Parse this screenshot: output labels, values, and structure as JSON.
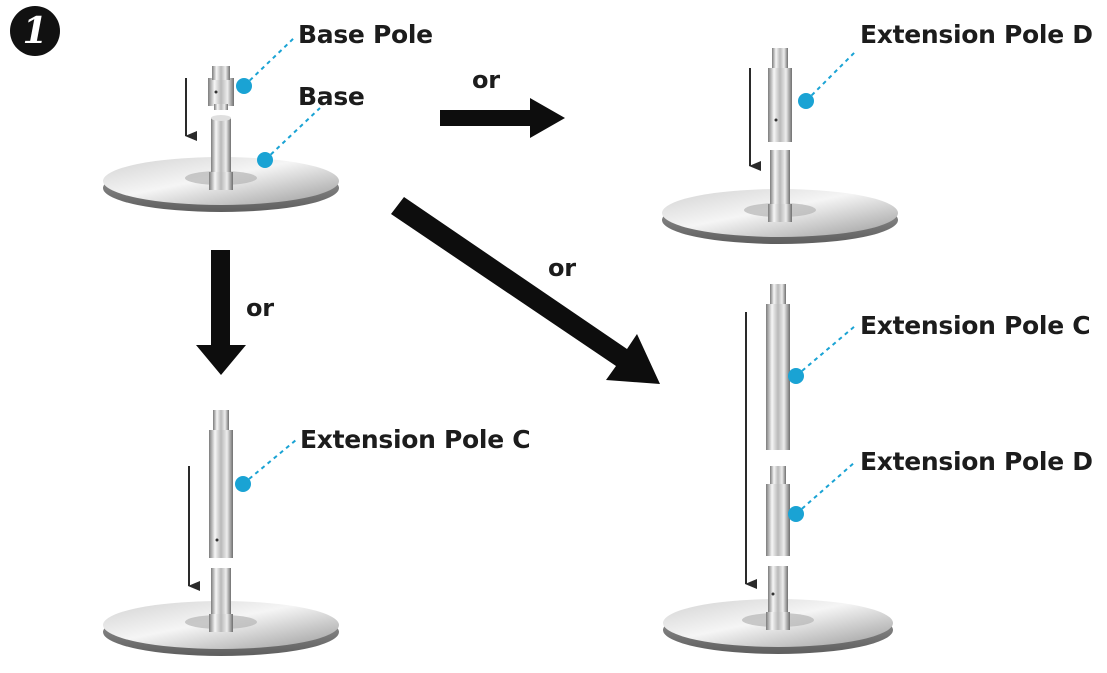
{
  "step": {
    "number": "1"
  },
  "labels": {
    "base_pole": "Base Pole",
    "base": "Base",
    "extension_pole_d_top": "Extension Pole D",
    "extension_pole_c_left": "Extension Pole C",
    "extension_pole_c_right": "Extension Pole C",
    "extension_pole_d_right": "Extension Pole D"
  },
  "connectors": {
    "or_right": "or",
    "or_diagonal": "or",
    "or_down": "or"
  },
  "colors": {
    "callout": "#1aa3d4",
    "arrow": "#0d0d0d",
    "metal_light": "#f4f4f4",
    "metal_dark": "#8c8c8c"
  }
}
